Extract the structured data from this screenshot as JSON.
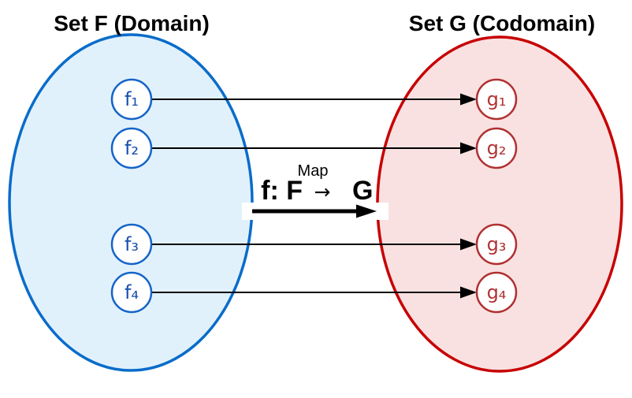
{
  "diagram": {
    "background": "#ffffff",
    "arrow_color": "#000000",
    "domain": {
      "title": "Set F (Domain)",
      "fill": "#e1f1fc",
      "stroke": "#0a6cca",
      "element_stroke": "#1464c8",
      "element_text_color": "#1b4fae",
      "elements": [
        "f₁",
        "f₂",
        "f₃",
        "f₄"
      ]
    },
    "codomain": {
      "title": "Set G (Codomain)",
      "fill": "#f9e1e1",
      "stroke": "#c70000",
      "element_stroke": "#b13030",
      "element_text_color": "#b13434",
      "elements": [
        "g₁",
        "g₂",
        "g₃",
        "g₄"
      ]
    },
    "map": {
      "caption": "Map",
      "label_prefix": "f: F",
      "label_arrow": "→",
      "label_suffix": "G",
      "full_label": "f: F → G"
    },
    "mappings": [
      {
        "from": "f₁",
        "to": "g₁"
      },
      {
        "from": "f₂",
        "to": "g₂"
      },
      {
        "from": "f₃",
        "to": "g₃"
      },
      {
        "from": "f₄",
        "to": "g₄"
      }
    ]
  }
}
